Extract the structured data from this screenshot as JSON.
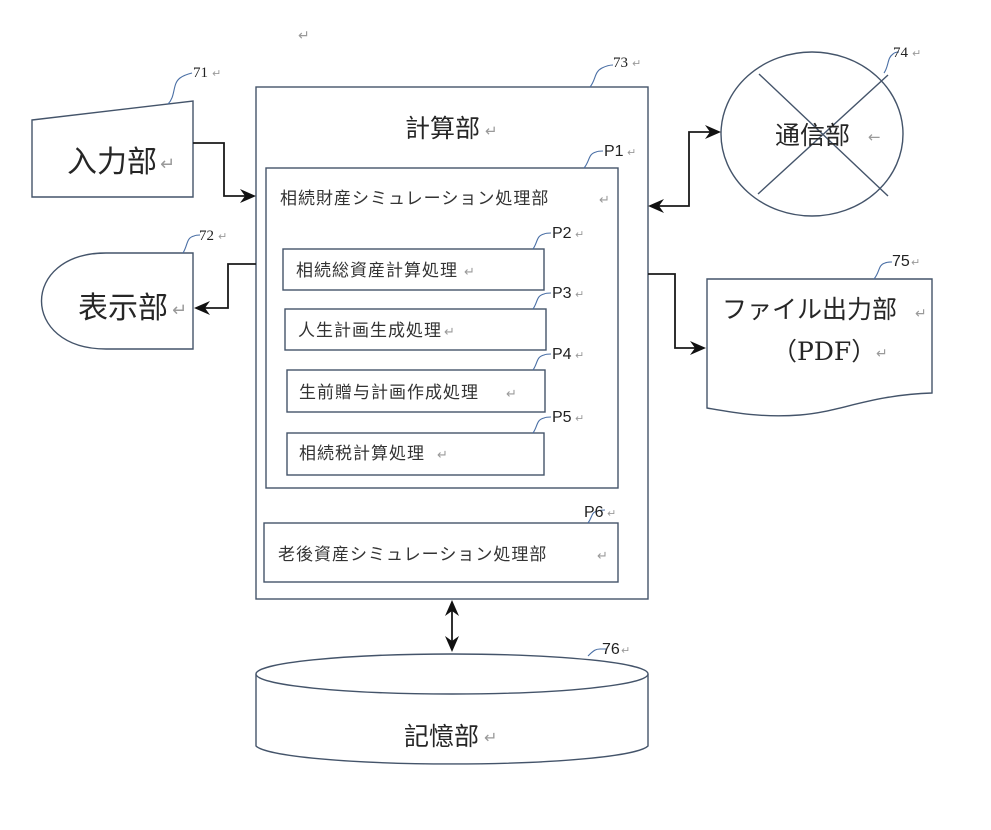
{
  "return_mark": "↵",
  "stray_mark": "↵",
  "nodes": {
    "input": {
      "ref": "71",
      "label": "入力部"
    },
    "display": {
      "ref": "72",
      "label": "表示部"
    },
    "calc": {
      "ref": "73",
      "label": "計算部"
    },
    "comm": {
      "ref": "74",
      "label": "通信部",
      "mark": "←"
    },
    "file": {
      "ref": "75",
      "label_line1": "ファイル出力部",
      "label_line2": "（PDF）"
    },
    "storage": {
      "ref": "76",
      "label": "記憶部"
    }
  },
  "modules": {
    "p1": {
      "ref": "P1",
      "label": "相続財産シミュレーション処理部"
    },
    "p2": {
      "ref": "P2",
      "label": "相続総資産計算処理"
    },
    "p3": {
      "ref": "P3",
      "label": "人生計画生成処理"
    },
    "p4": {
      "ref": "P4",
      "label": "生前贈与計画作成処理"
    },
    "p5": {
      "ref": "P5",
      "label": "相続税計算処理"
    },
    "p6": {
      "ref": "P6",
      "label": "老後資産シミュレーション処理部"
    }
  },
  "connections": [
    {
      "from": "入力部",
      "to": "計算部",
      "direction": "one-way"
    },
    {
      "from": "計算部",
      "to": "表示部",
      "direction": "one-way"
    },
    {
      "from": "計算部",
      "to": "通信部",
      "direction": "two-way"
    },
    {
      "from": "計算部",
      "to": "ファイル出力部（PDF）",
      "direction": "one-way"
    },
    {
      "from": "計算部",
      "to": "記憶部",
      "direction": "two-way"
    }
  ]
}
